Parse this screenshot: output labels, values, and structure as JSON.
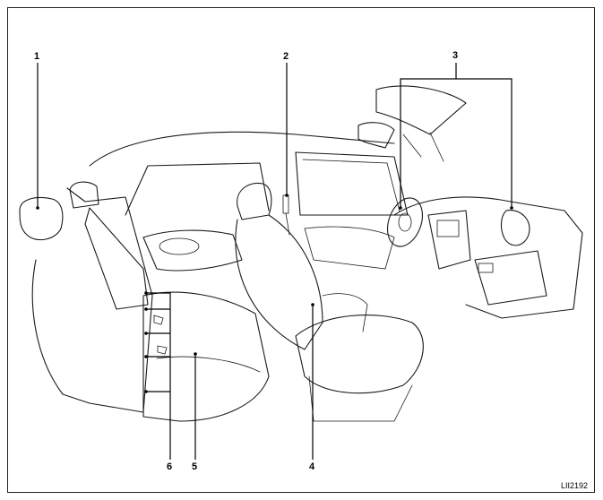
{
  "callouts": [
    {
      "id": "1",
      "label": "1"
    },
    {
      "id": "2",
      "label": "2"
    },
    {
      "id": "3",
      "label": "3"
    },
    {
      "id": "4",
      "label": "4"
    },
    {
      "id": "5",
      "label": "5"
    },
    {
      "id": "6",
      "label": "6"
    }
  ],
  "figure_code": "LII2192",
  "colors": {
    "line": "#1a1a1a",
    "background": "#ffffff"
  }
}
